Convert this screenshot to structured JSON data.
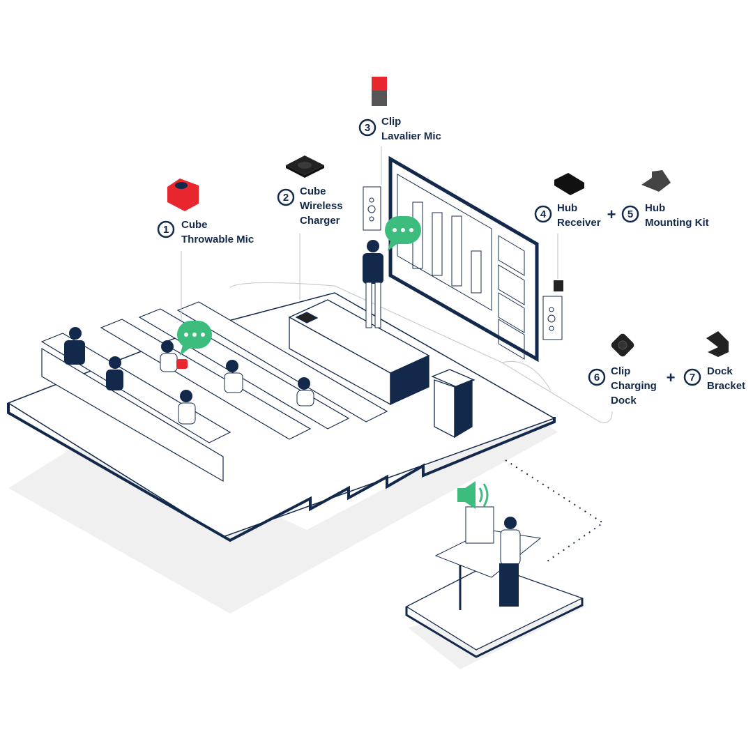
{
  "colors": {
    "navy": "#13294b",
    "accent_green": "#3dbd7d",
    "accent_red": "#e8262e",
    "shadow": "#f0f0f0"
  },
  "products": [
    {
      "number": "1",
      "line1": "Cube",
      "line2": "Throwable Mic",
      "icon": "red-cube-mic-icon"
    },
    {
      "number": "2",
      "line1": "Cube",
      "line2": "Wireless",
      "line3": "Charger",
      "icon": "charger-pad-icon"
    },
    {
      "number": "3",
      "line1": "Clip",
      "line2": "Lavalier Mic",
      "icon": "clip-mic-icon"
    },
    {
      "number": "4",
      "line1": "Hub",
      "line2": "Receiver",
      "icon": "hub-receiver-icon"
    },
    {
      "number": "5",
      "line1": "Hub",
      "line2": "Mounting Kit",
      "icon": "mounting-kit-icon"
    },
    {
      "number": "6",
      "line1": "Clip",
      "line2": "Charging",
      "line3": "Dock",
      "icon": "charging-dock-icon"
    },
    {
      "number": "7",
      "line1": "Dock",
      "line2": "Bracket",
      "icon": "dock-bracket-icon"
    }
  ],
  "plus_sign": "+"
}
